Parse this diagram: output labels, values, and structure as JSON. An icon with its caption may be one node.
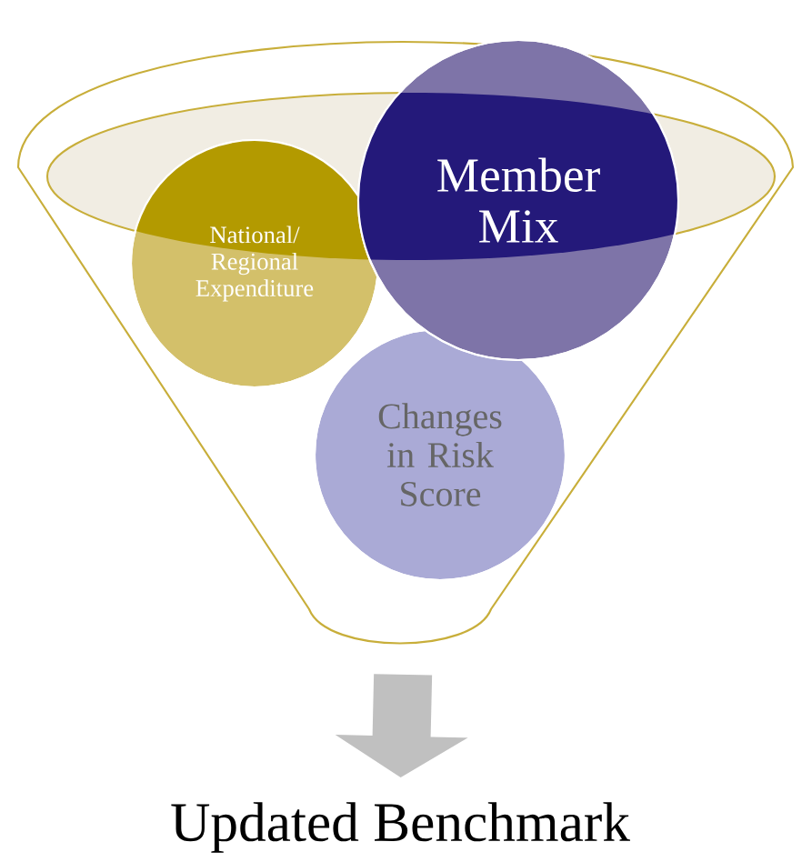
{
  "diagram": {
    "nodes": [
      {
        "text": [],
        "shape": "funnel"
      },
      {
        "text": [
          "National/ Regional Expenditure"
        ],
        "in": 0
      },
      {
        "text": [
          "Member Mix"
        ],
        "in": 0
      },
      {
        "text": [
          "Changes in Risk Score"
        ],
        "in": 0
      },
      {
        "text": [
          "Updated Benchmark"
        ]
      }
    ],
    "edges": [
      {
        "from": 0,
        "to": 4,
        "arrow": "to"
      }
    ]
  }
}
